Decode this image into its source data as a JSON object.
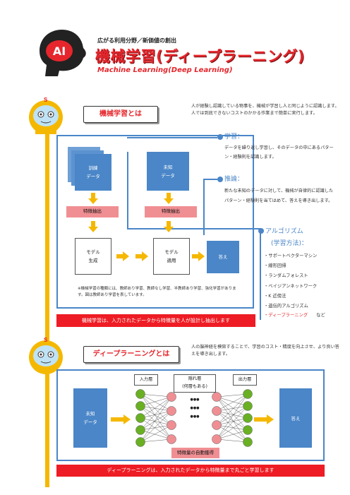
{
  "header": {
    "logo_text": "AI",
    "subtitle": "広がる利用分野／新価値の創出",
    "title": "機械学習(ディープラーニング)",
    "title_en": "Machine Learning(Deep Learning)"
  },
  "ml": {
    "heading": "機械学習とは",
    "description": "人が経験し認識している物事を、機械が学習し人と同じように認識します。人では到底できないコストのかかる作業まで簡単に実行します。",
    "training_data": "訓練\nデータ",
    "unknown_data": "未知\nデータ",
    "feature_extraction_1": "特徴抽出",
    "feature_extraction_2": "特徴抽出",
    "model_generate": "モデル\n生成",
    "model_apply": "モデル\n適用",
    "answer": "答え",
    "learning_title": "学習：",
    "learning_desc": "データを繰り返し学習し、そのデータの中にあるパターン・経験則を認識します。",
    "inference_title": "推論：",
    "inference_desc": "新たな未知のデータに対して、機械が自律的に認識したパターン・経験則を当てはめて、答えを導き出します。",
    "algo_title": "アルゴリズム",
    "algo_subtitle": "(学習方法)：",
    "algorithms": [
      "・サポートベクターマシン",
      "・線形回帰",
      "・ランダムフォレスト",
      "・ベイジアンネットワーク",
      "・K 近傍法",
      "・遺伝的アルゴリズム"
    ],
    "algo_last": "・ディープラーニング",
    "algo_etc": "など",
    "note": "※機械学習の種類には、教師あり学習、教師なし学習、半教師あり学習、強化学習があります。図は教師あり学習を表しています。",
    "summary": "機械学習は、入力されたデータから特徴量を人が設計し抽出します"
  },
  "dl": {
    "heading": "ディープラーニングとは",
    "description": "人の脳神経を模倣することで、学習のコスト・精度を向上させ、より良い答えを導き出します。",
    "input_layer": "入力層",
    "hidden_layer": "隠れ層\n(何層もある)",
    "output_layer": "出力層",
    "unknown_data": "未知\nデータ",
    "answer": "答え",
    "dots": "●●●",
    "feature_auto": "特徴量の自動獲得",
    "summary": "ディープラーニングは、入力されたデータから特徴量まで丸ごと学習します"
  },
  "colors": {
    "blue": "#4a86c8",
    "red": "#ee1c24",
    "pink": "#f08f93",
    "green": "#6ab023",
    "yellow": "#f5b800"
  }
}
